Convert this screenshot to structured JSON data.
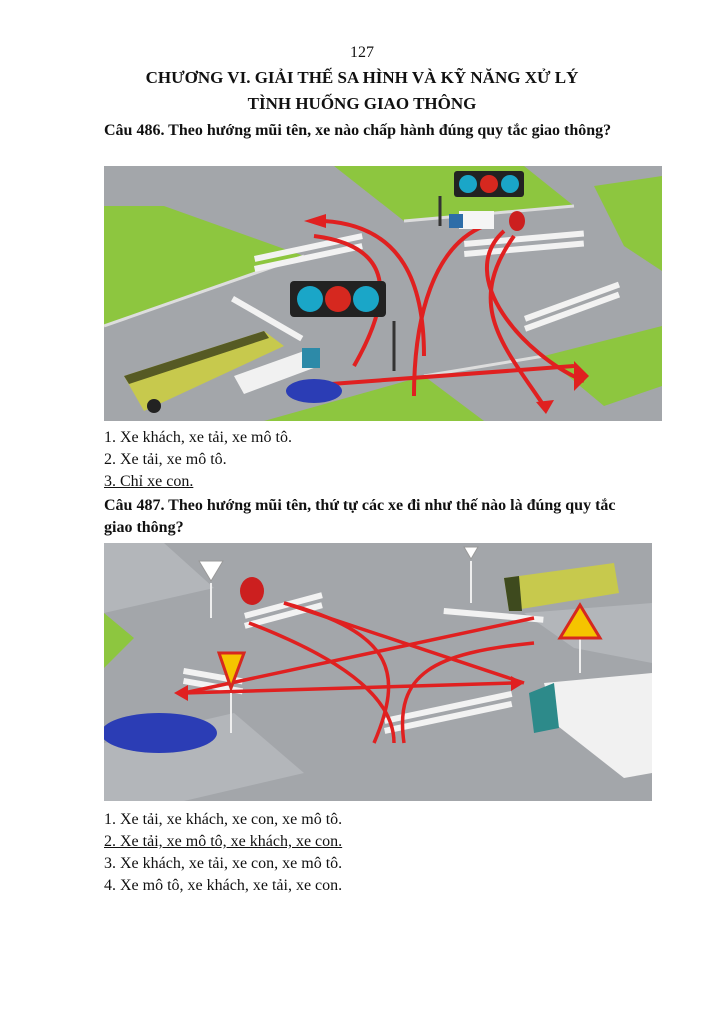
{
  "page_number": "127",
  "chapter": {
    "line1": "CHƯƠNG VI. GIẢI THẾ SA HÌNH VÀ KỸ NĂNG XỬ LÝ",
    "line2": "TÌNH HUỐNG GIAO THÔNG"
  },
  "q486": {
    "title": "Câu 486. Theo hướng mũi tên, xe nào chấp hành đúng quy tắc giao thông?",
    "answers": [
      "1. Xe khách, xe tải, xe mô tô.",
      "2. Xe tải, xe mô tô.",
      "3. Chỉ xe con."
    ],
    "correct_index": 2
  },
  "q487": {
    "title_line1": "Câu 487. Theo hướng mũi tên, thứ tự các xe đi như thế nào là đúng quy tắc",
    "title_line2": "giao thông?",
    "answers": [
      "1. Xe tải, xe khách, xe con, xe mô tô.",
      "2. Xe tải, xe mô tô, xe khách, xe con.",
      "3. Xe khách, xe tải, xe con, xe mô tô.",
      "4. Xe mô tô, xe khách, xe tải, xe con."
    ],
    "correct_index": 1
  },
  "colors": {
    "road": "#9c9fa3",
    "grass": "#8dc63f",
    "arrow": "#e02020",
    "sign_blue": "#1aa6c8",
    "sign_red": "#d6281f",
    "warning_yellow": "#f5c400"
  }
}
